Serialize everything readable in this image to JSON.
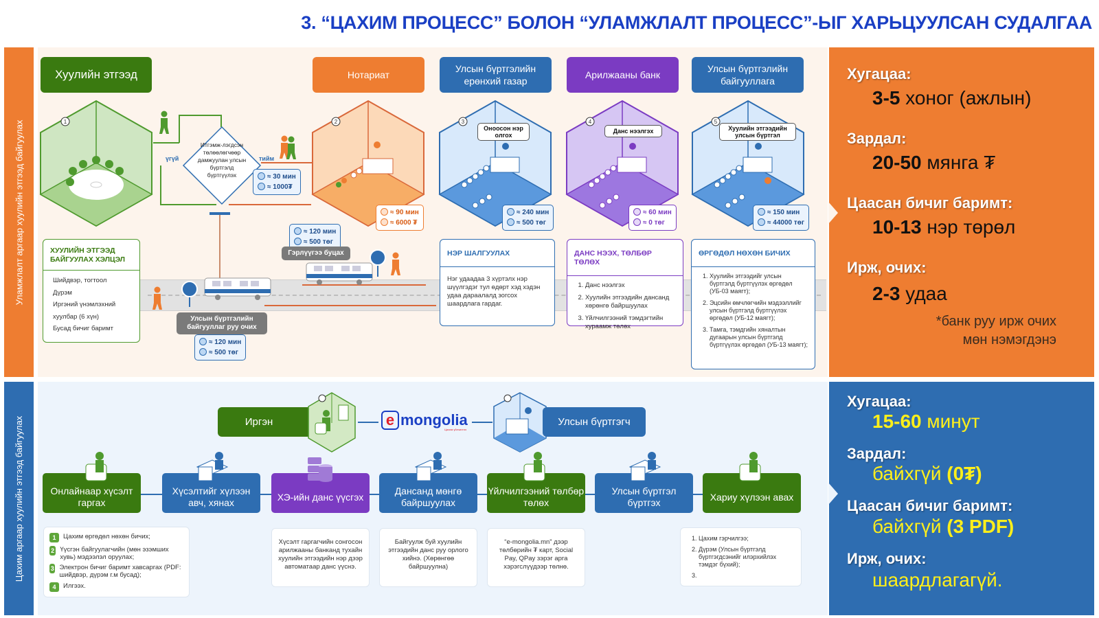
{
  "title": "3. “ЦАХИМ ПРОЦЕСС” БОЛОН “УЛАМЖЛАЛТ ПРОЦЕСС”-ЫГ ХАРЬЦУУЛСАН СУДАЛГАА",
  "traditional": {
    "lane_label": "Уламжлалт аргаар хуулийн этгээд байгуулах",
    "headers": {
      "legal_entity": "Хуулийн этгээд",
      "notary": "Нотариат",
      "general_registry": "Улсын бүртгэлийн ерөнхий газар",
      "bank": "Арилжааны банк",
      "registry_office": "Улсын бүртгэлийн байгууллага"
    },
    "steps": [
      {
        "num": "1"
      },
      {
        "num": "2"
      },
      {
        "num": "3",
        "bubble": "Оноосон нэр олгох"
      },
      {
        "num": "4",
        "bubble": "Данс нээлгэх"
      },
      {
        "num": "5",
        "bubble": "Хуулийн этгээдийн улсын бүртгэл"
      }
    ],
    "decision": {
      "text": "Итгэмж-лэгдсэн төлөөлөгчөөр дамжуулан улсын бүртгэлд бүртгүүлэх",
      "no_label": "үгүй",
      "yes_label": "тийм"
    },
    "badges": {
      "decision": {
        "time": "≈ 30 мин",
        "cost": "≈ 1000₮"
      },
      "notary": {
        "time": "≈ 90 мин",
        "cost": "≈ 6000 ₮"
      },
      "general_registry": {
        "time": "≈ 240 мин",
        "cost": "≈ 500 төг"
      },
      "bank": {
        "time": "≈ 60 мин",
        "cost": "≈ 0 төг"
      },
      "registry_office": {
        "time": "≈ 150 мин",
        "cost": "≈ 44000 төг"
      },
      "return_home": {
        "time": "≈ 120 мин",
        "cost": "≈ 500 төг"
      },
      "go_registry": {
        "time": "≈ 120 мин",
        "cost": "≈ 500 төг"
      }
    },
    "pills": {
      "return_home": "Гэрлүүгээ буцах",
      "go_registry": "Улсын бүртгэлийн байгууллаг руу очих"
    },
    "cards": {
      "agreement": {
        "title": "ХУУЛИЙН ЭТГЭЭД БАЙГУУЛАХ ХЭЛЦЭЛ",
        "items": [
          "Шийдвэр, тогтоол",
          "Дүрэм",
          "Иргэний үнэмлэхний хуулбар (6 хүн)",
          "Бусад бичиг баримт"
        ]
      },
      "name_check": {
        "title": "НЭР ШАЛГУУЛАХ",
        "text": "Нэг удаадаа 3 хүртэлх нэр шүүлгэдэг тул өдөрт хэд хэдэн удаа дараалалд зогсох шаардлага гардаг."
      },
      "account": {
        "title": "ДАНС НЭЭХ, ТӨЛБӨР ТӨЛӨХ",
        "items": [
          "Данс нээлгэх",
          "Хуулийн этгээдийн дансанд хөрөнгө байршуулах",
          "Үйлчилгээний тэмдэгтийн хураамж төлөх"
        ]
      },
      "application": {
        "title": "ӨРГӨДӨЛ НӨХӨН БИЧИХ",
        "items": [
          "Хуулийн этгээдийг улсын бүртгэлд бүртгүүлэх өргөдөл (УБ-03 маягт);",
          "Эцсийн өмчлөгчийн мэдээллийг улсын бүртгэлд бүртгүүлэх өргөдөл (УБ-12 маягт);",
          "Тамга, тэмдгийн хяналтын дугаарын улсын бүртгэлд бүртгүүлэх өргөдөл (УБ-13 маягт);"
        ]
      }
    },
    "summary": {
      "time_label": "Хугацаа:",
      "time_value_bold": "3-5",
      "time_value_rest": " хоног (ажлын)",
      "cost_label": "Зардал:",
      "cost_value_bold": "20-50",
      "cost_value_rest": " мянга ₮",
      "docs_label": "Цаасан бичиг баримт:",
      "docs_value_bold": "10-13",
      "docs_value_rest": " нэр төрөл",
      "visits_label": "Ирж, очих:",
      "visits_value_bold": "2-3",
      "visits_value_rest": " удаа",
      "note_line1": "*банк руу ирж очих",
      "note_line2": "мөн нэмэгдэнэ"
    }
  },
  "digital": {
    "lane_label": "Цахим аргаар хуулийн этгээд байгуулах",
    "citizen": "Иргэн",
    "registrar": "Улсын бүртгэгч",
    "logo_e": "e",
    "logo_text": "mongolia",
    "logo_sub": "Цахим үйлчилгээ",
    "steps": [
      {
        "label": "Онлайнаар хүсэлт гаргах",
        "color": "#3a7a10"
      },
      {
        "label": "Хүсэлтийг хүлээн авч, хянах",
        "color": "#2e6db1"
      },
      {
        "label": "ХЭ-ийн данс үүсгэх",
        "color": "#7b3bc2"
      },
      {
        "label": "Дансанд мөнгө байршуулах",
        "color": "#2e6db1"
      },
      {
        "label": "Үйлчилгээний төлбөр төлөх",
        "color": "#3a7a10"
      },
      {
        "label": "Улсын бүртгэл бүртгэх",
        "color": "#2e6db1"
      },
      {
        "label": "Хариу хүлээн авах",
        "color": "#3a7a10"
      }
    ],
    "cards": {
      "request": [
        {
          "n": "1",
          "text": "Цахим өргөдөл нөхөн бичих;"
        },
        {
          "n": "2",
          "text": "Үүсгэн байгуулагчийн (мөн эзэмших хувь) мэдээлэл оруулах;"
        },
        {
          "n": "3",
          "text": "Электрон бичиг баримт хавсаргах (PDF: шийдвэр, дүрэм г.м бусад);"
        },
        {
          "n": "4",
          "text": "Илгээх."
        }
      ],
      "account": "Хүсэлт гаргагчийн сонгосон арилжааны банканд тухайн хуулийн этгээдийн нэр дээр автоматаар данс үүснэ.",
      "deposit": "Байгуулж буй хуулийн этгээдийн данс руу орлого хийнэ. (Хөрөнгөө байршуулна)",
      "payment": "“e-mongolia.mn” дээр төлбөрийн ₮ карт, Social Pay, QPay зэрэг арга хэрэгслүүдээр төлнө.",
      "result": [
        "Цахим гэрчилгээ;",
        "Дүрэм (Улсын бүртгэлд бүртгэгдсэнийг илэрхийлэх тэмдэг бүхий);",
        ""
      ]
    },
    "summary": {
      "time_label": "Хугацаа:",
      "time_value_bold": "15-60",
      "time_value_rest": " минут",
      "cost_label": "Зардал:",
      "cost_value_rest": "байхгүй ",
      "cost_value_bold": "(0₮)",
      "docs_label": "Цаасан бичиг баримт:",
      "docs_value_rest": "байхгүй ",
      "docs_value_bold": "(3 PDF)",
      "visits_label": "Ирж, очих:",
      "visits_value": "шаардлагагүй."
    }
  }
}
